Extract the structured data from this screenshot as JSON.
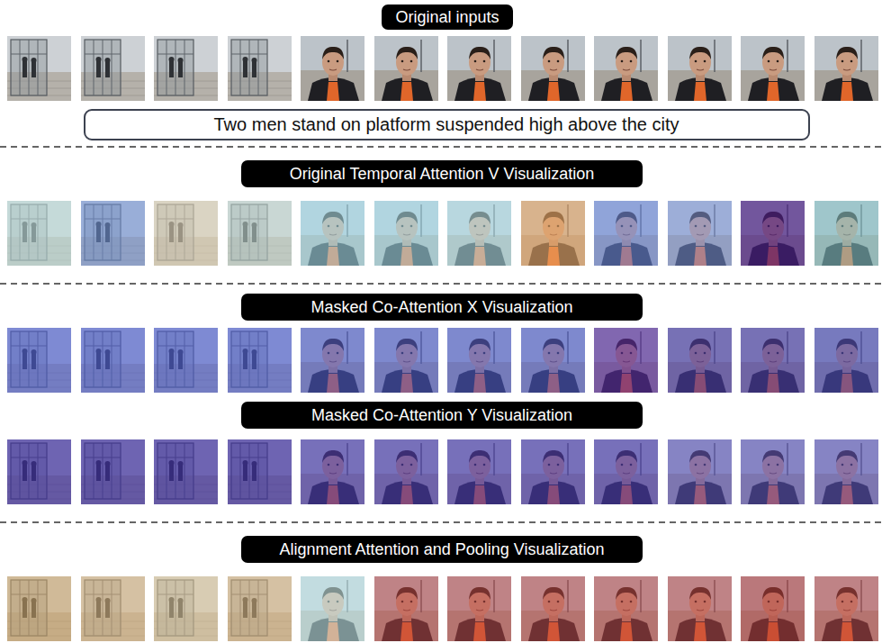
{
  "diagram": {
    "nodes": [
      {
        "text": [
          "Original inputs"
        ]
      },
      {
        "text": [
          "Two men stand on platform suspended high above the city"
        ]
      },
      {
        "text": [
          "Original Temporal Attention V Visualization"
        ]
      },
      {
        "text": [
          "Masked Co-Attention X Visualization"
        ]
      },
      {
        "text": [
          "Masked Co-Attention Y Visualization"
        ]
      },
      {
        "text": [
          "Alignment Attention and Pooling Visualization"
        ]
      }
    ]
  }
}
